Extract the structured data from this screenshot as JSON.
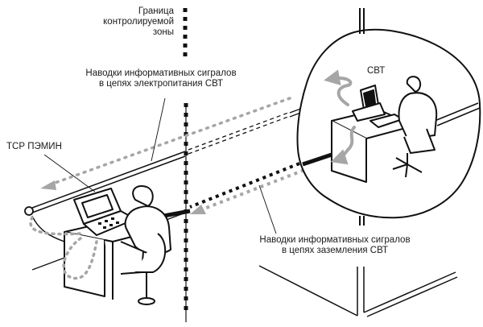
{
  "diagram": {
    "title": "Side electromagnetic emission leakage scenario",
    "labels": {
      "zone_boundary": [
        "Граница",
        "контролируемой",
        "зоны"
      ],
      "power_leak": [
        "Наводки информативных сигралов",
        "в цепях электропитания СВТ"
      ],
      "ground_leak": [
        "Наводки информативных сигралов",
        "в цепях заземления СВТ"
      ],
      "interceptor": "ТСР ПЭМИН",
      "computer": "СВТ"
    },
    "legend_semantics": {
      "light_dotted_arrow": "leak via power supply circuit",
      "dark_square_dots": "grounding / zone boundary markers"
    },
    "colors": {
      "ink": "#111111",
      "signal_gray": "#a6a6a6",
      "background": "#ffffff"
    }
  }
}
